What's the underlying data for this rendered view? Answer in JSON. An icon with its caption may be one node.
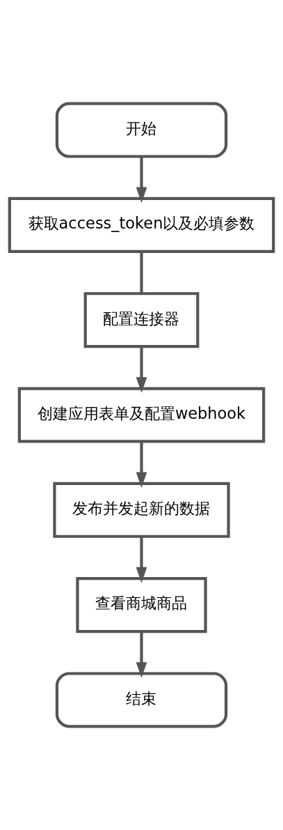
{
  "diagram": {
    "nodes": [
      {
        "text": [
          "开始"
        ]
      },
      {
        "text": [
          "获取access_token以及必填参数"
        ]
      },
      {
        "text": [
          "配置连接器"
        ]
      },
      {
        "text": [
          "创建应用表单及配置webhook"
        ]
      },
      {
        "text": [
          "发布并发起新的数据"
        ]
      },
      {
        "text": [
          "查看商城商品"
        ]
      },
      {
        "text": [
          "结束"
        ]
      }
    ],
    "edges": [
      {
        "from": 0,
        "to": 1,
        "arrow": "to"
      },
      {
        "from": 1,
        "to": 2,
        "arrow": "none"
      },
      {
        "from": 2,
        "to": 3,
        "arrow": "to"
      },
      {
        "from": 3,
        "to": 4,
        "arrow": "to"
      },
      {
        "from": 4,
        "to": 5,
        "arrow": "to"
      },
      {
        "from": 5,
        "to": 6,
        "arrow": "to"
      }
    ]
  }
}
